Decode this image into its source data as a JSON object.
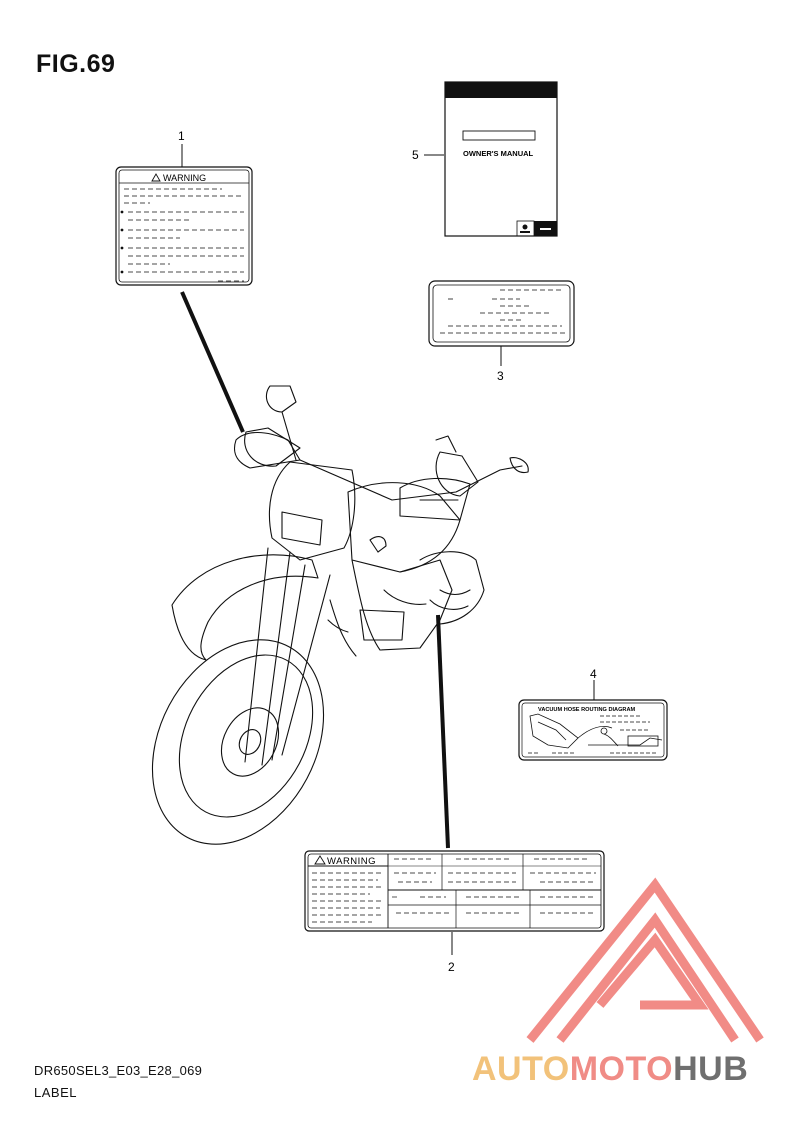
{
  "figure": {
    "title": "FIG.69",
    "code": "DR650SEL3_E03_E28_069",
    "section": "LABEL"
  },
  "callouts": [
    "1",
    "2",
    "3",
    "4",
    "5"
  ],
  "labels": {
    "warning_1": "WARNING",
    "warning_2": "WARNING",
    "manual": "OWNER'S MANUAL",
    "vacuum": "VACUUM HOSE ROUTING DIAGRAM"
  },
  "watermark": {
    "part1": "AUTO",
    "part2": "MOTO",
    "part3": "HUB",
    "colors": {
      "auto": "#f2c27a",
      "moto": "#f08c86",
      "hub": "#6f6f6f",
      "triangle": "#f07f7a"
    }
  }
}
